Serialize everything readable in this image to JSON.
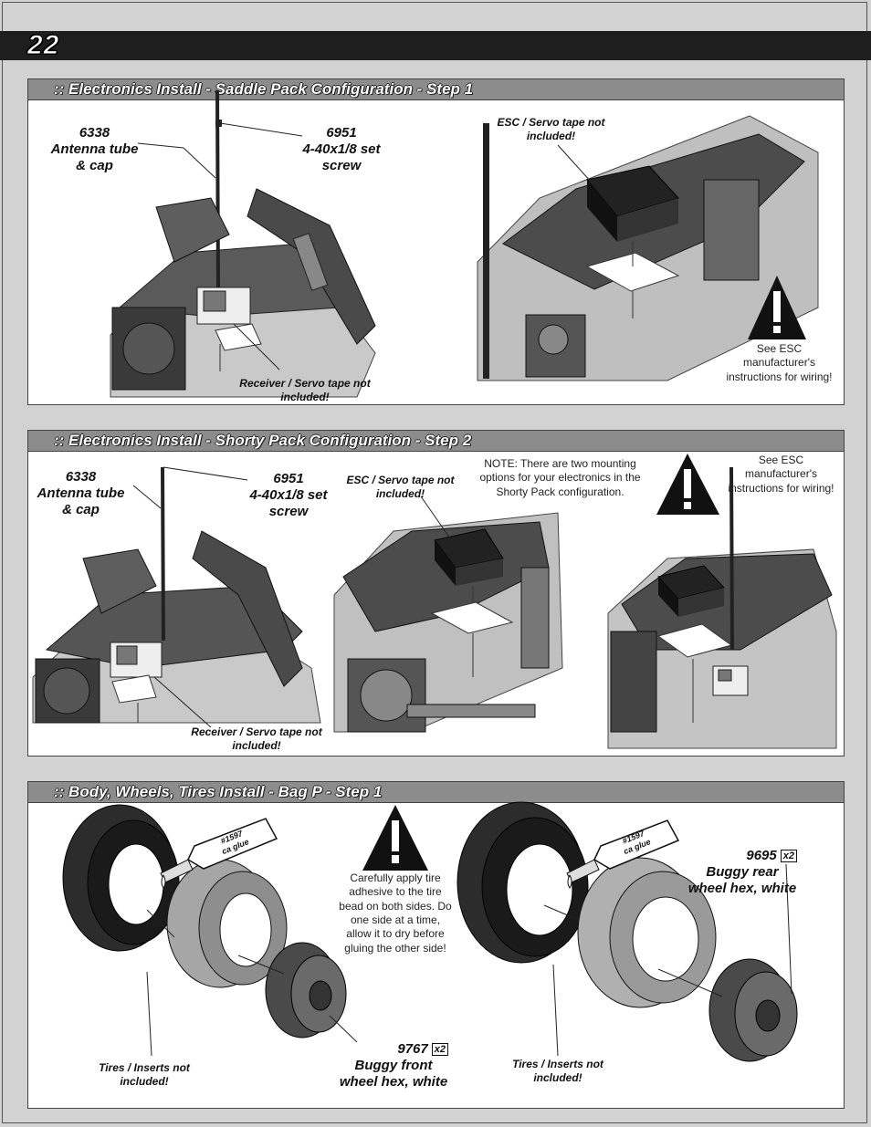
{
  "page": {
    "number": "22"
  },
  "sections": [
    {
      "title": ":: Electronics Install  - Saddle Pack Configuration - Step 1",
      "callouts": {
        "antenna_num": "6338",
        "antenna_txt": "Antenna tube & cap",
        "screw_num": "6951",
        "screw_txt": "4-40x1/8 set screw",
        "receiver": "Receiver / Servo tape not included!",
        "esc": "ESC / Servo tape not included!",
        "warning": "See ESC manufacturer's instructions for wiring!"
      }
    },
    {
      "title": ":: Electronics Install  - Shorty Pack Configuration - Step 2",
      "callouts": {
        "antenna_num": "6338",
        "antenna_txt": "Antenna tube & cap",
        "screw_num": "6951",
        "screw_txt": "4-40x1/8 set screw",
        "receiver": "Receiver / Servo tape not included!",
        "esc": "ESC / Servo tape not included!",
        "note": "NOTE:  There are two mounting options for your electronics  in the Shorty Pack configuration.",
        "warning": "See ESC manufacturer's instructions for wiring!"
      }
    },
    {
      "title": ":: Body, Wheels, Tires Install - Bag P - Step 1",
      "callouts": {
        "glue_label_1": "#1597",
        "glue_label_2": "ca glue",
        "warning": "Carefully apply tire adhesive to the tire bead on both sides. Do one side at a time, allow it to dry before gluing the other side!",
        "front_num": "9767",
        "front_qty": "x2",
        "front_txt": "Buggy front wheel hex, white",
        "rear_num": "9695",
        "rear_qty": "x2",
        "rear_txt": "Buggy rear wheel hex, white",
        "tires_left": "Tires / Inserts not included!",
        "tires_right": "Tires / Inserts not included!"
      }
    }
  ],
  "colors": {
    "band": "#1e1e1e",
    "header": "#8c8c8c",
    "panel": "#ffffff",
    "background": "#d2d2d2"
  }
}
